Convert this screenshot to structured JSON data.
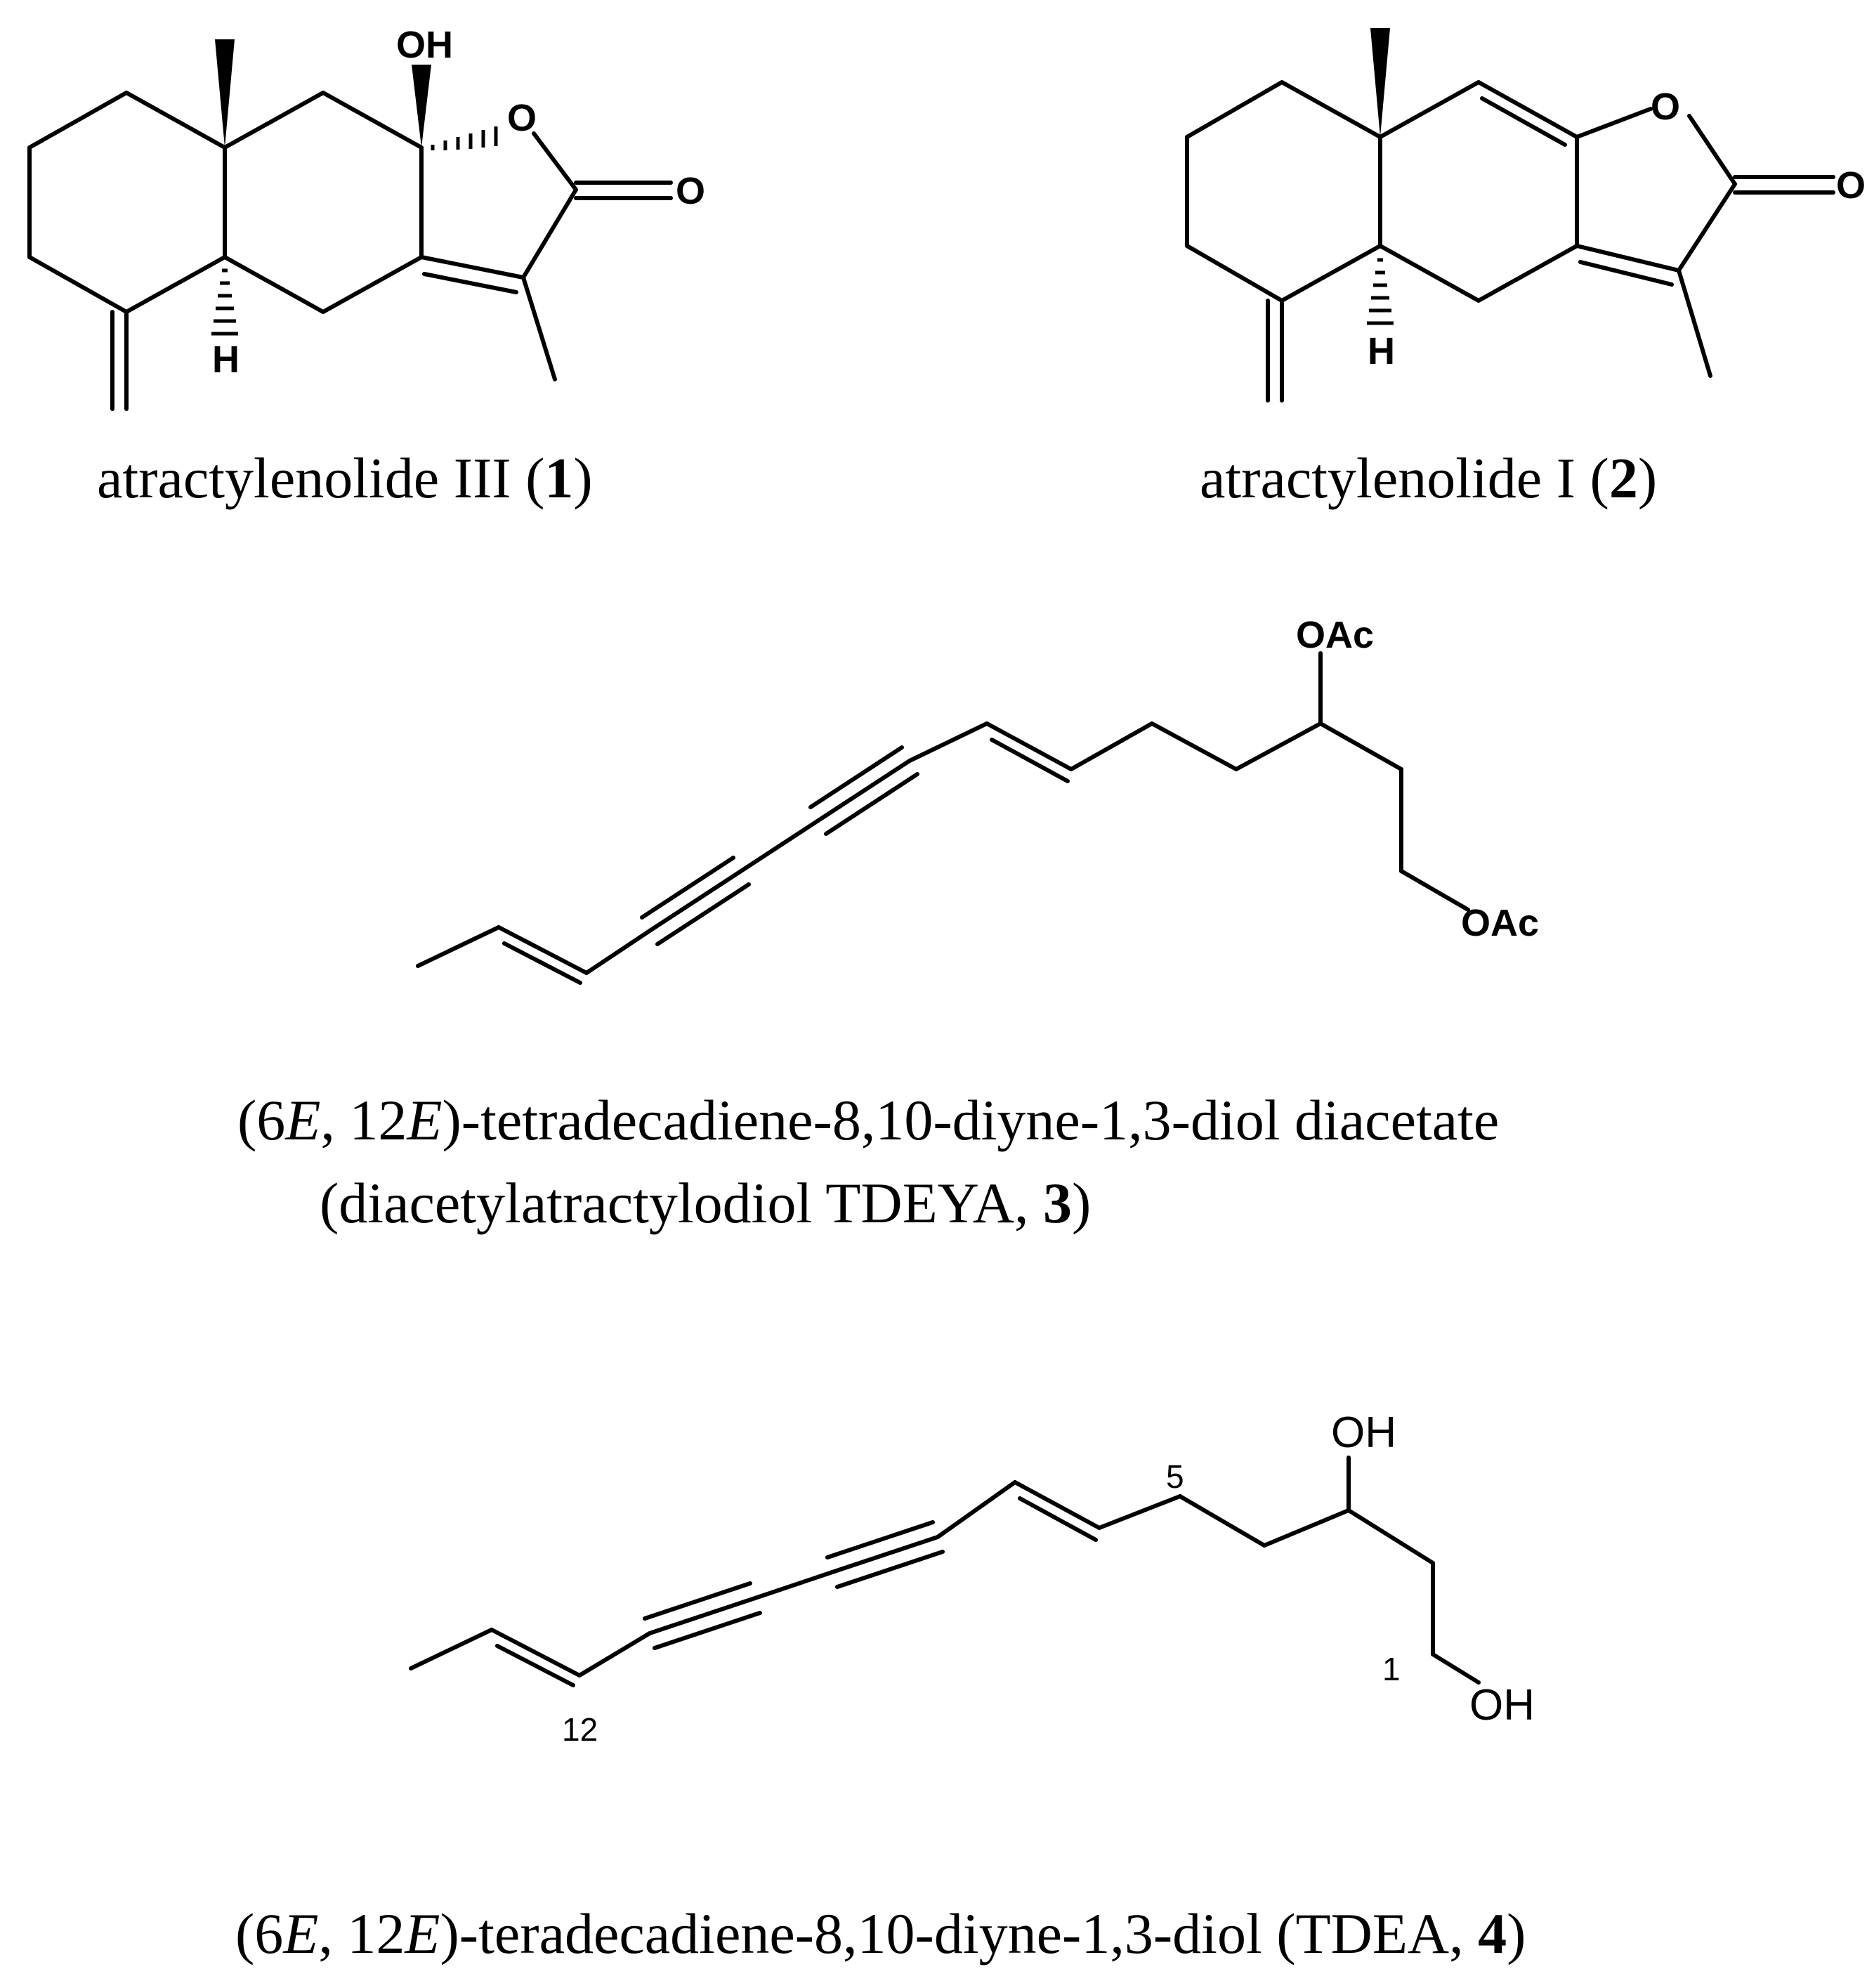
{
  "compounds": [
    {
      "labels": {
        "oh": "OH",
        "ring_o": "O",
        "carbonyl_o": "O",
        "h": "H"
      },
      "caption": {
        "name": "atractylenolide III (",
        "number": "1",
        "close": ")"
      }
    },
    {
      "labels": {
        "ring_o": "O",
        "carbonyl_o": "O",
        "h": "H"
      },
      "caption": {
        "name": "atractylenolide I (",
        "number": "2",
        "close": ")"
      }
    },
    {
      "labels": {
        "oac_top": "OAc",
        "oac_bottom": "OAc"
      },
      "caption": {
        "line1": {
          "p1": "(6",
          "e1": "E",
          "p2": ", 12",
          "e2": "E",
          "p3": ")-tetradecadiene-8,10-diyne-1,3-diol diacetate"
        },
        "line2": {
          "p1": "(diacetylatractylodiol TDEYA, ",
          "number": "3",
          "close": ")"
        }
      }
    },
    {
      "labels": {
        "oh_top": "OH",
        "oh_bottom": "OH",
        "locant_5": "5",
        "locant_1": "1",
        "locant_12": "12"
      },
      "caption": {
        "p1": "(6",
        "e1": "E",
        "p2": ", 12",
        "e2": "E",
        "p3": ")-teradecadiene-8,10-diyne-1,3-diol (TDEA, ",
        "number": "4",
        "close": ")"
      }
    }
  ]
}
